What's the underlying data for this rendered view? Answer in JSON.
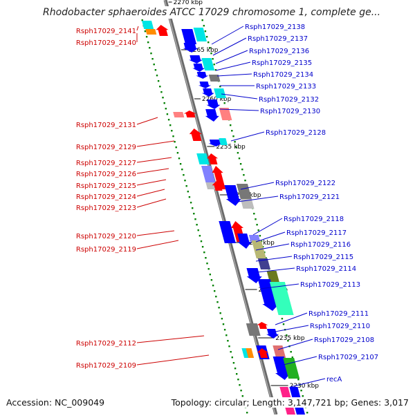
{
  "title": "Rhodobacter sphaeroides ATCC 17029 chromosome 1, complete ge...",
  "footer": {
    "accession": "Accession: NC_009049",
    "info": "Topology: circular; Length: 3,147,721 bp; Genes: 3,017"
  },
  "colors": {
    "left_label": "#cc0000",
    "right_label": "#0000cc",
    "backbone": "#8c8c8c",
    "dots": "#008000",
    "forward_arrow": "#ff0000",
    "reverse_arrow": "#0000ff"
  },
  "kbp_ticks": [
    "2270 kbp",
    "2265 kbp",
    "2260 kbp",
    "2255 kbp",
    "2250 kbp",
    "2245 kbp",
    "2240 kbp",
    "2235 kbp",
    "2230 kbp"
  ],
  "left_labels": [
    "Rsph17029_2141",
    "Rsph17029_2140",
    "Rsph17029_2131",
    "Rsph17029_2129",
    "Rsph17029_2127",
    "Rsph17029_2126",
    "Rsph17029_2125",
    "Rsph17029_2124",
    "Rsph17029_2123",
    "Rsph17029_2120",
    "Rsph17029_2119",
    "Rsph17029_2112",
    "Rsph17029_2109"
  ],
  "right_labels": [
    "Rsph17029_2138",
    "Rsph17029_2137",
    "Rsph17029_2136",
    "Rsph17029_2135",
    "Rsph17029_2134",
    "Rsph17029_2133",
    "Rsph17029_2132",
    "Rsph17029_2130",
    "Rsph17029_2128",
    "Rsph17029_2122",
    "Rsph17029_2121",
    "Rsph17029_2118",
    "Rsph17029_2117",
    "Rsph17029_2116",
    "Rsph17029_2115",
    "Rsph17029_2114",
    "Rsph17029_2113",
    "Rsph17029_2111",
    "Rsph17029_2110",
    "Rsph17029_2108",
    "Rsph17029_2107",
    "recA"
  ]
}
